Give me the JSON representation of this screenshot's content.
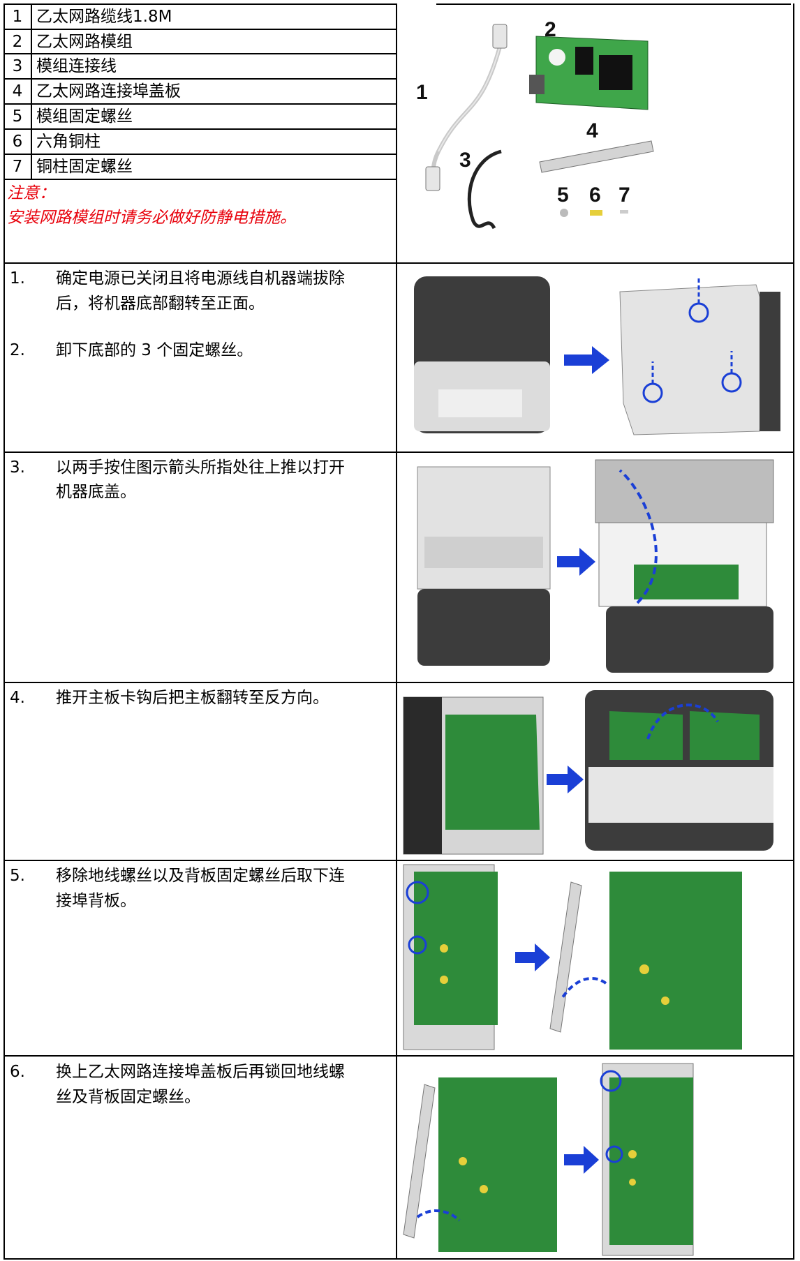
{
  "parts": [
    {
      "no": "1",
      "name": "乙太网路缆线1.8M"
    },
    {
      "no": "2",
      "name": "乙太网路模组"
    },
    {
      "no": "3",
      "name": "模组连接线"
    },
    {
      "no": "4",
      "name": "乙太网路连接埠盖板"
    },
    {
      "no": "5",
      "name": "模组固定螺丝"
    },
    {
      "no": "6",
      "name": "六角铜柱"
    },
    {
      "no": "7",
      "name": "铜柱固定螺丝"
    }
  ],
  "notice": {
    "title": "注意：",
    "text": "安装网路模组时请务必做好防静电措施。"
  },
  "parts_image_labels": [
    "1",
    "2",
    "3",
    "4",
    "5",
    "6",
    "7"
  ],
  "steps": [
    {
      "no": "1.",
      "line1": "确定电源已关闭且将电源线自机器端拔除",
      "line2": "后，将机器底部翻转至正面。"
    },
    {
      "no": "2.",
      "line1": "卸下底部的 3 个固定螺丝。",
      "line2": ""
    },
    {
      "no": "3.",
      "line1": "以两手按住图示箭头所指处往上推以打开",
      "line2": "机器底盖。"
    },
    {
      "no": "4.",
      "line1": "推开主板卡钩后把主板翻转至反方向。",
      "line2": ""
    },
    {
      "no": "5.",
      "line1": "移除地线螺丝以及背板固定螺丝后取下连",
      "line2": "接埠背板。"
    },
    {
      "no": "6.",
      "line1": "换上乙太网路连接埠盖板后再锁回地线螺",
      "line2": "丝及背板固定螺丝。"
    }
  ],
  "colors": {
    "notice_red": "#e8000b",
    "arrow_blue": "#1a3fd6",
    "board_green": "#2e8b3a",
    "printer_dark": "#3a3a3a"
  }
}
